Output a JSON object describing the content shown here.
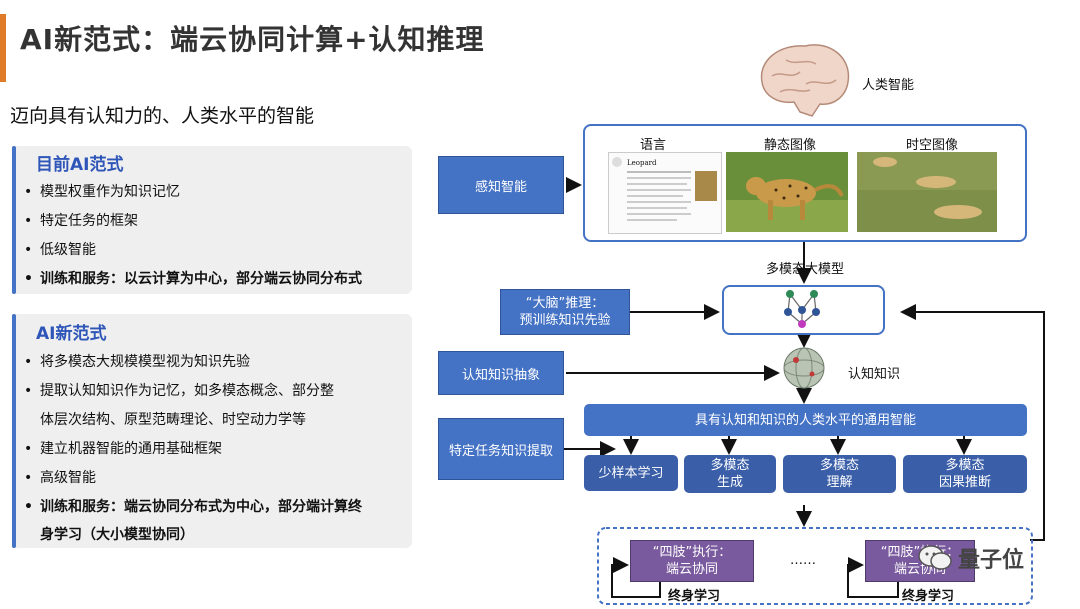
{
  "header": {
    "title": "AI新范式：端云协同计算+认知推理",
    "subtitle": "迈向具有认知力的、人类水平的智能"
  },
  "current_paradigm": {
    "heading": "目前AI范式",
    "items": [
      "模型权重作为知识记忆",
      "特定任务的框架",
      "低级智能",
      "训练和服务：以云计算为中心，部分端云协同分布式"
    ]
  },
  "new_paradigm": {
    "heading": "AI新范式",
    "items": [
      "将多模态大规模模型视为知识先验",
      "提取认知知识作为记忆，如多模态概念、部分整",
      "体层次结构、原型范畴理论、时空动力学等",
      "建立机器智能的通用基础框架",
      "高级智能",
      "训练和服务：端云协同分布式为中心，部分端计算终",
      "身学习（大小模型协同）"
    ]
  },
  "diagram": {
    "human_intelligence": "人类智能",
    "perception_labels": [
      "语言",
      "静态图像",
      "时空图像"
    ],
    "perceptual_intelligence": "感知智能",
    "multimodal_model": "多模态大模型",
    "brain_reasoning": [
      "“大脑”推理：",
      "预训练知识先验"
    ],
    "cognitive_abstraction": "认知知识抽象",
    "cognitive_knowledge": "认知知识",
    "general_intelligence": "具有认知和知识的人类水平的通用智能",
    "task_extraction": "特定任务知识提取",
    "tasks": [
      {
        "line1": "少样本学习",
        "line2": ""
      },
      {
        "line1": "多模态",
        "line2": "生成"
      },
      {
        "line1": "多模态",
        "line2": "理解"
      },
      {
        "line1": "多模态",
        "line2": "因果推断"
      }
    ],
    "limbs_left": [
      "“四肢”执行：",
      "端云协同"
    ],
    "limbs_right": [
      "“四肢”执行：",
      "端云协同"
    ],
    "ellipsis": "……",
    "lifelong_left": "终身学习",
    "lifelong_right": "终身学习",
    "wiki_heading": "Leopard"
  },
  "watermark": "量子位",
  "colors": {
    "accent_orange": "#e07b2a",
    "blue": "#4472c4",
    "purple": "#7a5a9e",
    "heading_blue": "#2e56b8"
  }
}
